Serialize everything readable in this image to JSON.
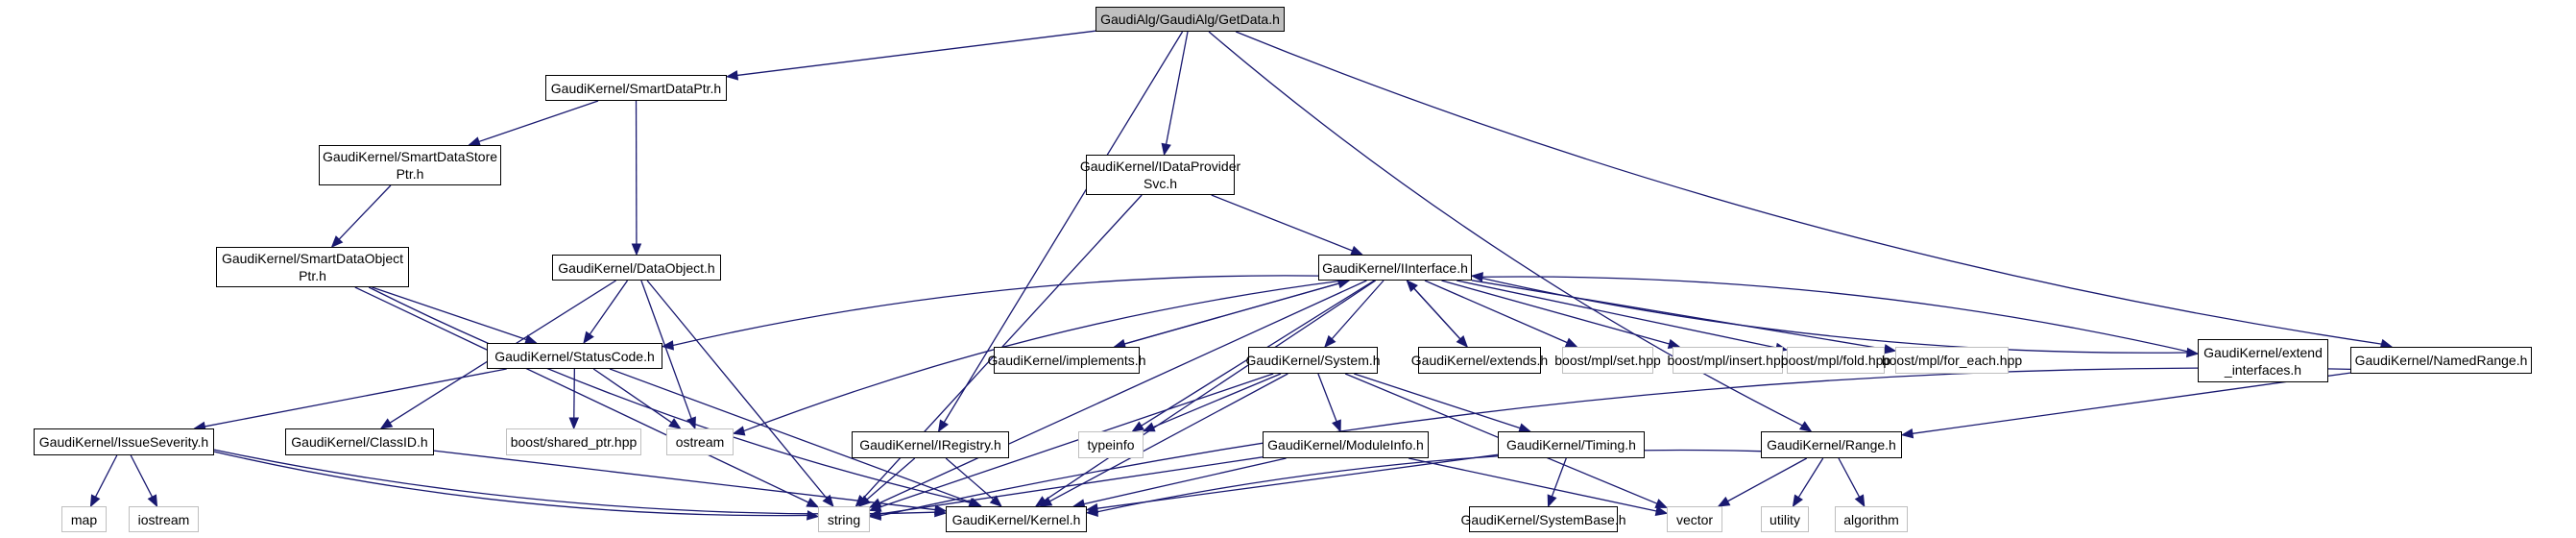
{
  "title": "GaudiAlg/GaudiAlg/GetData.h include dependency graph",
  "colors": {
    "edge": "#191970",
    "root_fill": "#bfbfbf",
    "internal_border": "#000000",
    "external_border": "#bfbfbf"
  },
  "nodes": [
    {
      "id": "getdata",
      "label": "GaudiAlg/GaudiAlg/GetData.h",
      "kind": "root"
    },
    {
      "id": "smartdataptr",
      "label": "GaudiKernel/SmartDataPtr.h",
      "kind": "internal"
    },
    {
      "id": "smartdatastoreptr",
      "label": "GaudiKernel/SmartDataStore\nPtr.h",
      "kind": "internal"
    },
    {
      "id": "smartdataobjectptr",
      "label": "GaudiKernel/SmartDataObject\nPtr.h",
      "kind": "internal"
    },
    {
      "id": "dataobject",
      "label": "GaudiKernel/DataObject.h",
      "kind": "internal"
    },
    {
      "id": "idataprovidersvc",
      "label": "GaudiKernel/IDataProvider\nSvc.h",
      "kind": "internal"
    },
    {
      "id": "iinterface",
      "label": "GaudiKernel/IInterface.h",
      "kind": "internal"
    },
    {
      "id": "statuscode",
      "label": "GaudiKernel/StatusCode.h",
      "kind": "internal"
    },
    {
      "id": "implements",
      "label": "GaudiKernel/implements.h",
      "kind": "internal"
    },
    {
      "id": "system",
      "label": "GaudiKernel/System.h",
      "kind": "internal"
    },
    {
      "id": "extends",
      "label": "GaudiKernel/extends.h",
      "kind": "internal"
    },
    {
      "id": "mplset",
      "label": "boost/mpl/set.hpp",
      "kind": "external"
    },
    {
      "id": "mplinsert",
      "label": "boost/mpl/insert.hpp",
      "kind": "external"
    },
    {
      "id": "mplfold",
      "label": "boost/mpl/fold.hpp",
      "kind": "external"
    },
    {
      "id": "mplforeach",
      "label": "boost/mpl/for_each.hpp",
      "kind": "external"
    },
    {
      "id": "extendinterfaces",
      "label": "GaudiKernel/extend\n_interfaces.h",
      "kind": "internal"
    },
    {
      "id": "namedrange",
      "label": "GaudiKernel/NamedRange.h",
      "kind": "internal"
    },
    {
      "id": "issueseverity",
      "label": "GaudiKernel/IssueSeverity.h",
      "kind": "internal"
    },
    {
      "id": "classid",
      "label": "GaudiKernel/ClassID.h",
      "kind": "internal"
    },
    {
      "id": "sharedptr",
      "label": "boost/shared_ptr.hpp",
      "kind": "external"
    },
    {
      "id": "ostream",
      "label": "ostream",
      "kind": "external"
    },
    {
      "id": "iregistry",
      "label": "GaudiKernel/IRegistry.h",
      "kind": "internal"
    },
    {
      "id": "typeinfo",
      "label": "typeinfo",
      "kind": "external"
    },
    {
      "id": "moduleinfo",
      "label": "GaudiKernel/ModuleInfo.h",
      "kind": "internal"
    },
    {
      "id": "timing",
      "label": "GaudiKernel/Timing.h",
      "kind": "internal"
    },
    {
      "id": "range",
      "label": "GaudiKernel/Range.h",
      "kind": "internal"
    },
    {
      "id": "map",
      "label": "map",
      "kind": "external"
    },
    {
      "id": "iostream",
      "label": "iostream",
      "kind": "external"
    },
    {
      "id": "string",
      "label": "string",
      "kind": "external"
    },
    {
      "id": "kernel",
      "label": "GaudiKernel/Kernel.h",
      "kind": "internal"
    },
    {
      "id": "systembase",
      "label": "GaudiKernel/SystemBase.h",
      "kind": "internal"
    },
    {
      "id": "vector",
      "label": "vector",
      "kind": "external"
    },
    {
      "id": "utility",
      "label": "utility",
      "kind": "external"
    },
    {
      "id": "algorithm",
      "label": "algorithm",
      "kind": "external"
    }
  ],
  "edges": [
    [
      "getdata",
      "smartdataptr"
    ],
    [
      "getdata",
      "iregistry"
    ],
    [
      "getdata",
      "idataprovidersvc"
    ],
    [
      "getdata",
      "namedrange"
    ],
    [
      "getdata",
      "range"
    ],
    [
      "smartdataptr",
      "smartdatastoreptr"
    ],
    [
      "smartdataptr",
      "dataobject"
    ],
    [
      "smartdatastoreptr",
      "smartdataobjectptr"
    ],
    [
      "smartdataobjectptr",
      "statuscode"
    ],
    [
      "smartdataobjectptr",
      "string"
    ],
    [
      "smartdataobjectptr",
      "kernel"
    ],
    [
      "dataobject",
      "statuscode"
    ],
    [
      "dataobject",
      "classid"
    ],
    [
      "dataobject",
      "ostream"
    ],
    [
      "dataobject",
      "string"
    ],
    [
      "idataprovidersvc",
      "iinterface"
    ],
    [
      "idataprovidersvc",
      "string"
    ],
    [
      "iinterface",
      "statuscode"
    ],
    [
      "iinterface",
      "implements"
    ],
    [
      "iinterface",
      "system"
    ],
    [
      "iinterface",
      "extends"
    ],
    [
      "iinterface",
      "mplset"
    ],
    [
      "iinterface",
      "mplinsert"
    ],
    [
      "iinterface",
      "mplfold"
    ],
    [
      "iinterface",
      "mplforeach"
    ],
    [
      "iinterface",
      "extendinterfaces"
    ],
    [
      "iinterface",
      "ostream"
    ],
    [
      "iinterface",
      "typeinfo"
    ],
    [
      "iinterface",
      "kernel"
    ],
    [
      "iinterface",
      "string"
    ],
    [
      "implements",
      "iinterface"
    ],
    [
      "extends",
      "iinterface"
    ],
    [
      "extendinterfaces",
      "iinterface"
    ],
    [
      "statuscode",
      "issueseverity"
    ],
    [
      "statuscode",
      "sharedptr"
    ],
    [
      "statuscode",
      "ostream"
    ],
    [
      "statuscode",
      "kernel"
    ],
    [
      "system",
      "typeinfo"
    ],
    [
      "system",
      "moduleinfo"
    ],
    [
      "system",
      "timing"
    ],
    [
      "system",
      "vector"
    ],
    [
      "system",
      "string"
    ],
    [
      "system",
      "kernel"
    ],
    [
      "issueseverity",
      "map"
    ],
    [
      "issueseverity",
      "iostream"
    ],
    [
      "issueseverity",
      "string"
    ],
    [
      "issueseverity",
      "kernel"
    ],
    [
      "classid",
      "kernel"
    ],
    [
      "iregistry",
      "string"
    ],
    [
      "iregistry",
      "kernel"
    ],
    [
      "moduleinfo",
      "string"
    ],
    [
      "moduleinfo",
      "kernel"
    ],
    [
      "moduleinfo",
      "vector"
    ],
    [
      "timing",
      "systembase"
    ],
    [
      "timing",
      "kernel"
    ],
    [
      "namedrange",
      "range"
    ],
    [
      "namedrange",
      "string"
    ],
    [
      "range",
      "vector"
    ],
    [
      "range",
      "utility"
    ],
    [
      "range",
      "algorithm"
    ],
    [
      "range",
      "kernel"
    ]
  ]
}
